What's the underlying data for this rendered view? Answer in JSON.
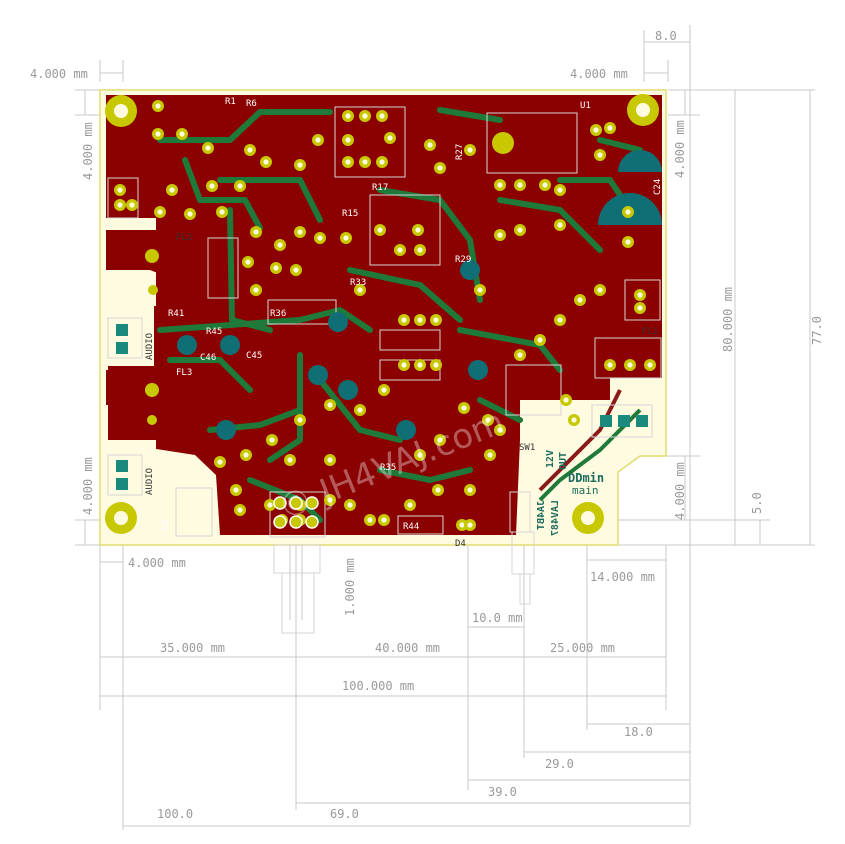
{
  "dimensions": {
    "top_left_margin": "4.000 mm",
    "top_right_margin": "4.000 mm",
    "top_right_offset": "8.0",
    "left_vertical_top": "4.000 mm",
    "left_vertical_bottom": "4.000 mm",
    "right_vertical_top": "4.000 mm",
    "right_vertical_mid": "4.000 mm",
    "bottom_left_margin": "4.000 mm",
    "height_80": "80.000 mm",
    "height_77": "77.0",
    "height_5": "5.0",
    "pot_offset": "1.000 mm",
    "notch_width": "14.000 mm",
    "switch_offset": "10.0 mm",
    "seg_35": "35.000 mm",
    "seg_40": "40.000 mm",
    "seg_25": "25.000 mm",
    "width_100mm": "100.000 mm",
    "ord_18": "18.0",
    "ord_29": "29.0",
    "ord_39": "39.0",
    "ord_69": "69.0",
    "ord_100": "100.0"
  },
  "silkscreen": {
    "sw1": "SW1",
    "v12": "12V",
    "out": "OUT",
    "board_name": "DDmin",
    "board_sub": "main",
    "mirrored_1": "JA4BT",
    "mirrored_2": "LAV487",
    "d4": "D4",
    "r44": "R44",
    "r36": "R36",
    "r41": "R41",
    "r45": "R45",
    "r46": "C46",
    "c45": "C45",
    "r15": "R15",
    "r17": "R17",
    "r29": "R29",
    "r33": "R33",
    "r35": "R35",
    "r1": "R1",
    "r6": "R6",
    "u1": "U1",
    "u2": "U2",
    "fl1": "FL1",
    "fl2": "FL2",
    "fl3": "FL3",
    "audio1": "AUDIO",
    "audio2": "AUDIO",
    "c24": "C24",
    "r27": "R27",
    "watermark": "© JH4VAJ.com"
  }
}
